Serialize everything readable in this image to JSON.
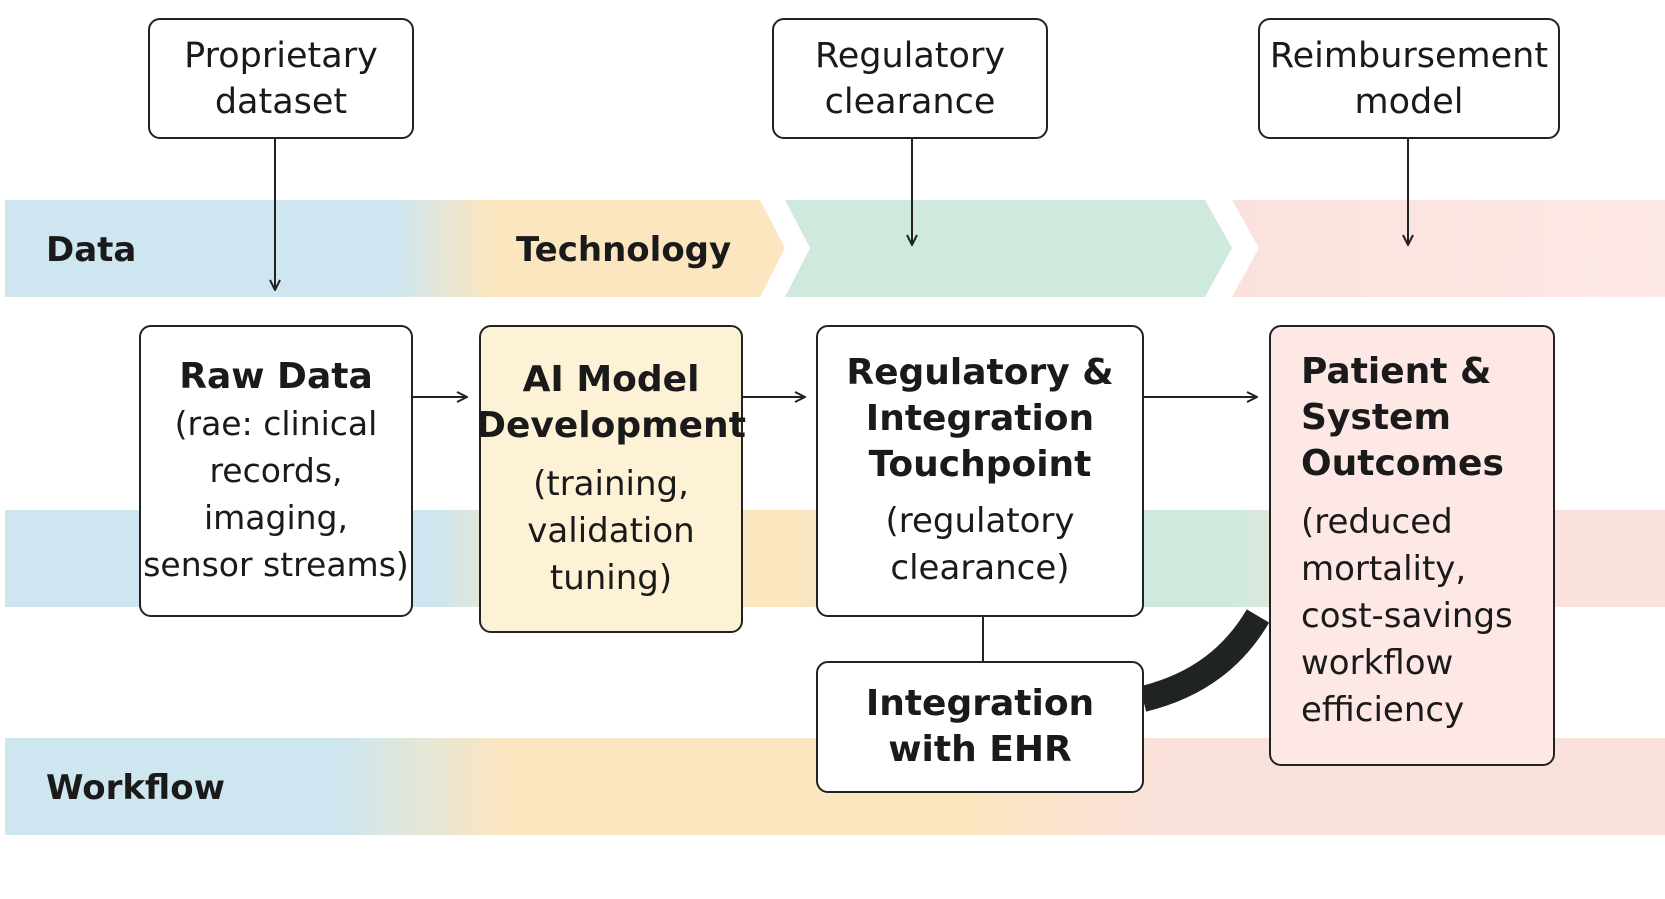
{
  "bands": {
    "top": [
      "Data",
      "Technology"
    ],
    "bottom": "Workflow"
  },
  "top_boxes": {
    "dataset": "Proprietary\ndataset",
    "regulatory": "Regulatory\nclearance",
    "reimbursement": "Reimbursement\nmodel"
  },
  "stages": {
    "raw_data": {
      "title": "Raw Data",
      "detail": "(rae: clinical\nrecords,\nimaging,\nsensor streams)"
    },
    "ai_model": {
      "title": "AI Model\nDevelopment",
      "detail": "(training,\nvalidation\ntuning)"
    },
    "regulatory_integration": {
      "title": "Regulatory &\nIntegration\nTouchpoint",
      "detail": "(regulatory\nclearance)"
    },
    "outcomes": {
      "title": "Patient &\nSystem\nOutcomes",
      "detail": "(reduced\nmortality,\ncost-savings\nworkflow\nefficiency"
    },
    "ehr": {
      "title": "Integration\nwith EHR"
    }
  },
  "colors": {
    "blue": "#cde6ef",
    "yellow": "#fbe6c0",
    "green": "#cfeadc",
    "pink": "#fbe1dc",
    "ai_box_fill": "#fdf1d6",
    "outcomes_box_fill": "#fde8e5"
  }
}
